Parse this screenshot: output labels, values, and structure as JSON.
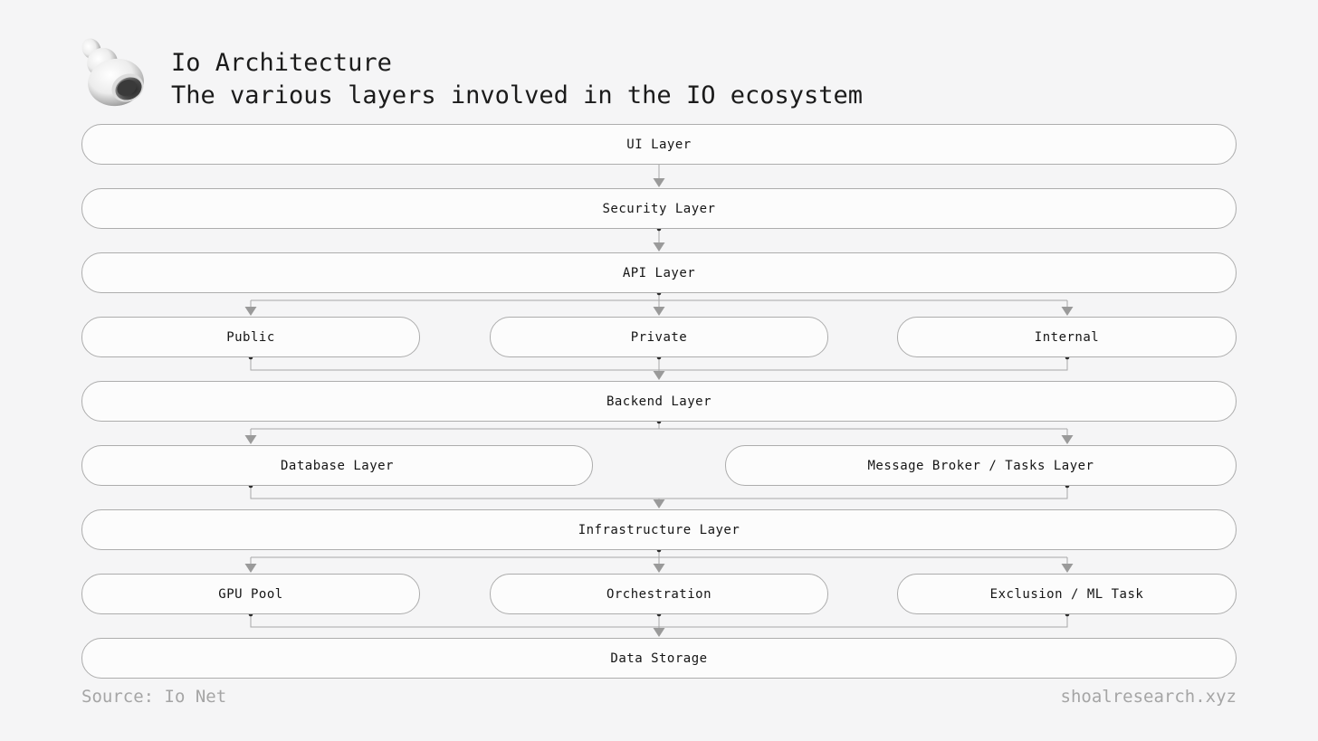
{
  "header": {
    "title": "Io Architecture",
    "subtitle": "The various layers involved in the IO ecosystem"
  },
  "logo": {
    "icon": "seashell-logo"
  },
  "diagram": {
    "nodes": {
      "ui": "UI Layer",
      "security": "Security Layer",
      "api": "API Layer",
      "public": "Public",
      "private": "Private",
      "internal": "Internal",
      "backend": "Backend Layer",
      "database": "Database Layer",
      "broker": "Message Broker / Tasks Layer",
      "infrastructure": "Infrastructure Layer",
      "gpu": "GPU Pool",
      "orchestration": "Orchestration",
      "exclusion": "Exclusion / ML Task",
      "storage": "Data Storage"
    },
    "edges": [
      {
        "from": "ui",
        "to": [
          "security"
        ]
      },
      {
        "from": "security",
        "to": [
          "api"
        ]
      },
      {
        "from": "api",
        "to": [
          "public",
          "private",
          "internal"
        ]
      },
      {
        "from": "public,private,internal",
        "to": [
          "backend"
        ]
      },
      {
        "from": "backend",
        "to": [
          "database",
          "broker"
        ]
      },
      {
        "from": "database,broker",
        "to": [
          "infrastructure"
        ]
      },
      {
        "from": "infrastructure",
        "to": [
          "gpu",
          "orchestration",
          "exclusion"
        ]
      },
      {
        "from": "gpu,orchestration,exclusion",
        "to": [
          "storage"
        ]
      }
    ]
  },
  "footer": {
    "source": "Source: Io Net",
    "site": "shoalresearch.xyz"
  },
  "colors": {
    "background": "#f5f5f6",
    "node_fill": "#fcfcfc",
    "node_border": "#adadad",
    "edge_line": "#a8a8a8",
    "arrowhead": "#9a9a9a",
    "connector_dot": "#2b2b2b",
    "text": "#1b1b1b",
    "muted_text": "#a5a5a5"
  }
}
